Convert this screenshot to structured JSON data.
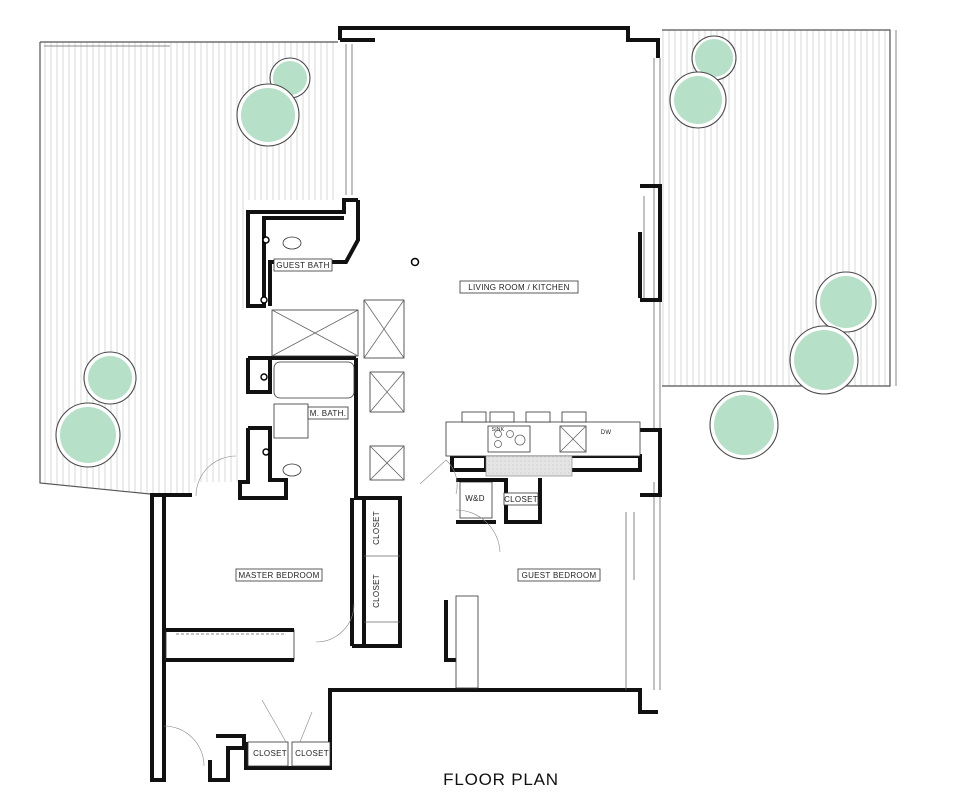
{
  "title": "FLOOR PLAN",
  "rooms": {
    "living_kitchen": "LIVING ROOM / KITCHEN",
    "guest_bath": "GUEST BATH",
    "master_bath": "M. BATH.",
    "master_bedroom": "MASTER BEDROOM",
    "guest_bedroom": "GUEST BEDROOM",
    "washer_dryer": "W&D",
    "closet_guest": "CLOSET",
    "closet_master_1": "CLOSET",
    "closet_master_2": "CLOSET",
    "closet_bottom_1": "CLOSET",
    "closet_bottom_2": "CLOSET",
    "dishwasher": "DW",
    "sink": "SINK"
  },
  "colors": {
    "wall": "#111111",
    "tree_fill": "#7cc79a",
    "deck_boards": "#c9c9c9"
  }
}
